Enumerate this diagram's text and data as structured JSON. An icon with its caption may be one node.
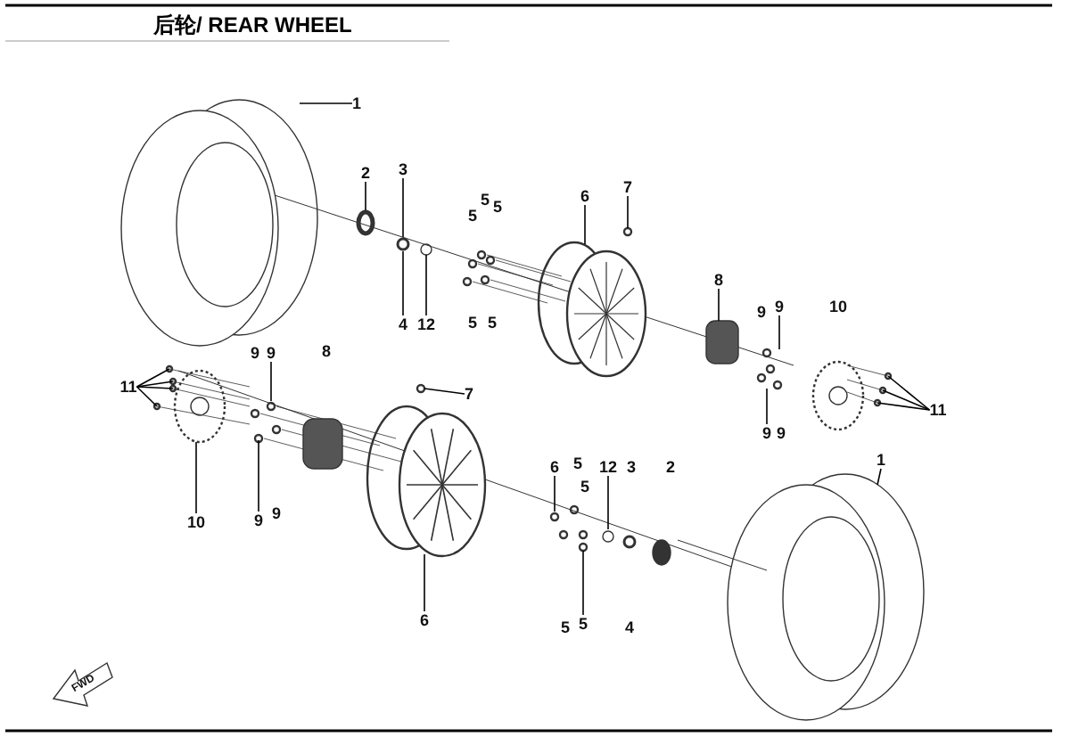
{
  "diagram": {
    "title": "后轮/ REAR WHEEL",
    "nodes": [
      {
        "text": [
          "1"
        ]
      },
      {
        "text": [
          "2"
        ]
      },
      {
        "text": [
          "3"
        ]
      },
      {
        "text": [
          "6"
        ]
      },
      {
        "text": [
          "7"
        ]
      },
      {
        "text": [
          "8"
        ]
      },
      {
        "text": [
          "9"
        ]
      },
      {
        "text": [
          "4"
        ]
      },
      {
        "text": [
          "12"
        ]
      },
      {
        "text": [
          "11"
        ]
      },
      {
        "text": [
          "7"
        ]
      },
      {
        "text": [
          "9"
        ]
      },
      {
        "text": [
          "11"
        ]
      },
      {
        "text": [
          "9"
        ]
      },
      {
        "text": [
          "1"
        ]
      },
      {
        "text": [
          "6"
        ]
      },
      {
        "text": [
          "12"
        ]
      },
      {
        "text": [
          "10"
        ]
      },
      {
        "text": [
          "9"
        ]
      },
      {
        "text": [
          "6"
        ]
      },
      {
        "text": [
          "5"
        ]
      }
    ],
    "edges": [
      {
        "from": 0,
        "to": null,
        "arrow": "none"
      },
      {
        "from": 1,
        "to": null,
        "arrow": "none"
      },
      {
        "from": 2,
        "to": null,
        "arrow": "none"
      },
      {
        "from": 3,
        "to": null,
        "arrow": "none"
      },
      {
        "from": 4,
        "to": null,
        "arrow": "none"
      },
      {
        "from": 5,
        "to": null,
        "arrow": "none"
      },
      {
        "from": 6,
        "to": null,
        "arrow": "none"
      },
      {
        "from": 7,
        "to": null,
        "arrow": "none"
      },
      {
        "from": 8,
        "to": null,
        "arrow": "none"
      },
      {
        "from": 9,
        "to": null,
        "arrow": "none"
      },
      {
        "from": 9,
        "to": null,
        "arrow": "none"
      },
      {
        "from": 9,
        "to": null,
        "arrow": "none"
      },
      {
        "from": 9,
        "to": null,
        "arrow": "none"
      },
      {
        "from": 10,
        "to": null,
        "arrow": "none"
      },
      {
        "from": 11,
        "to": null,
        "arrow": "none"
      },
      {
        "from": 12,
        "to": null,
        "arrow": "none"
      },
      {
        "from": 12,
        "to": null,
        "arrow": "none"
      },
      {
        "from": 12,
        "to": null,
        "arrow": "none"
      },
      {
        "from": 13,
        "to": null,
        "arrow": "none"
      },
      {
        "from": 14,
        "to": null,
        "arrow": "none"
      },
      {
        "from": 15,
        "to": null,
        "arrow": "none"
      },
      {
        "from": 16,
        "to": null,
        "arrow": "none"
      },
      {
        "from": 17,
        "to": null,
        "arrow": "none"
      },
      {
        "from": 18,
        "to": null,
        "arrow": "none"
      },
      {
        "from": 19,
        "to": null,
        "arrow": "none"
      },
      {
        "from": 20,
        "to": null,
        "arrow": "none"
      }
    ],
    "labels": [
      "5",
      "5",
      "5",
      "5",
      "5",
      "9",
      "10",
      "9",
      "8",
      "9",
      "5",
      "3",
      "2",
      "5",
      "9",
      "5",
      "4",
      "FWD"
    ]
  }
}
